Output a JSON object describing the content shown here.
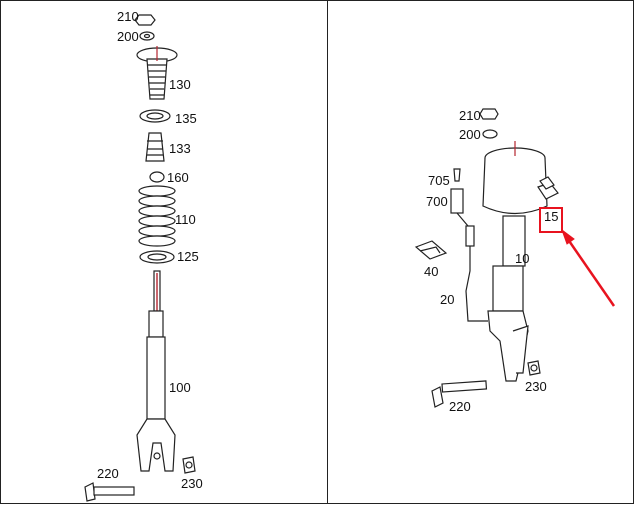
{
  "left": {
    "labels": {
      "nut": "210",
      "washer": "200",
      "top_mount": "130",
      "bearing": "135",
      "bump_stop": "133",
      "spacer": "160",
      "spring": "110",
      "spring_seat": "125",
      "strut": "100",
      "bolt": "220",
      "bolt_nut": "230"
    }
  },
  "right": {
    "labels": {
      "nut": "210",
      "washer": "200",
      "plug": "705",
      "connector": "700",
      "valve": "15",
      "clip": "40",
      "air_strut": "10",
      "cable": "20",
      "bolt": "220",
      "bolt_nut": "230"
    }
  },
  "colors": {
    "line": "#222222",
    "highlight": "#e8131f",
    "accent_red": "#b4242f"
  },
  "icons": [
    "arrow-icon"
  ]
}
